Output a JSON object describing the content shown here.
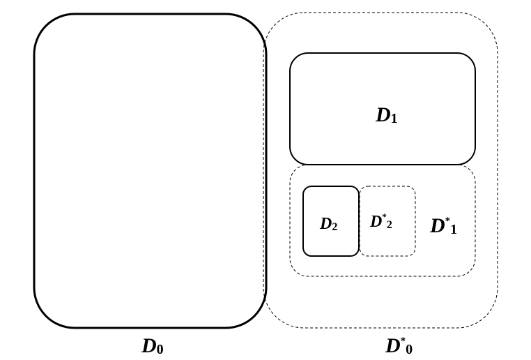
{
  "diagram": {
    "regions": {
      "d0": {
        "base": "D",
        "sup": "",
        "sub": "0"
      },
      "d0_star": {
        "base": "D",
        "sup": "*",
        "sub": "0"
      },
      "d1": {
        "base": "D",
        "sup": "",
        "sub": "1"
      },
      "d1_star": {
        "base": "D",
        "sup": "*",
        "sub": "1"
      },
      "d2": {
        "base": "D",
        "sup": "",
        "sub": "2"
      },
      "d2_star": {
        "base": "D",
        "sup": "*",
        "sub": "2"
      }
    }
  }
}
